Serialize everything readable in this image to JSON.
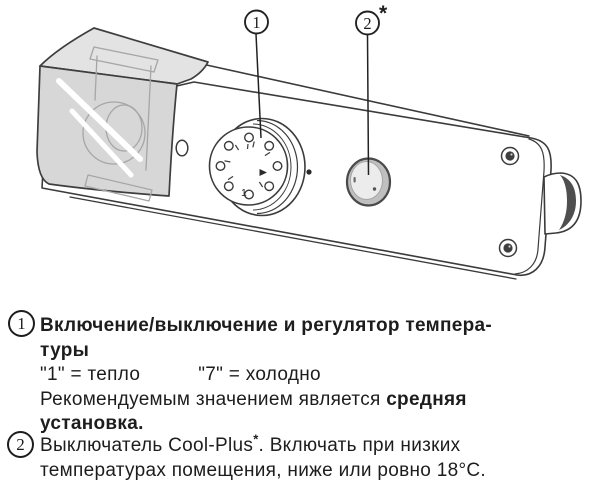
{
  "colors": {
    "background": "#ffffff",
    "line_art": "#3b3b3b",
    "cover_grey": "#d7d7d7",
    "cover_grey_top": "#e3e3e3",
    "button_ring_grey": "#bfbfbf",
    "button_face_grey": "#ececec",
    "text": "#1d1d1d"
  },
  "illustration": {
    "description": "Line drawing of refrigerator control panel with lamp cover, temperature dial and Cool-Plus button",
    "callout1_label": "1",
    "callout2_label": "2",
    "callout2_asterisk": "*",
    "dial_mark": "1"
  },
  "legend": {
    "item1": {
      "marker": "1",
      "title_line1": "Включение/выключение и регулятор темпера-",
      "title_line2": "туры",
      "scale_left": "\"1\" = тепло",
      "scale_right": "\"7\" = холодно",
      "recommended_prefix": "Рекомендуемым значением является",
      "recommended_bold": "средняя",
      "recommended_line2": "установка."
    },
    "item2": {
      "marker": "2",
      "line1_device": "Выключатель Cool-Plus",
      "asterisk": "*",
      "line1_rest": ". Включать при низких",
      "line2": "температурах помещения, ниже или ровно 18°C."
    }
  }
}
